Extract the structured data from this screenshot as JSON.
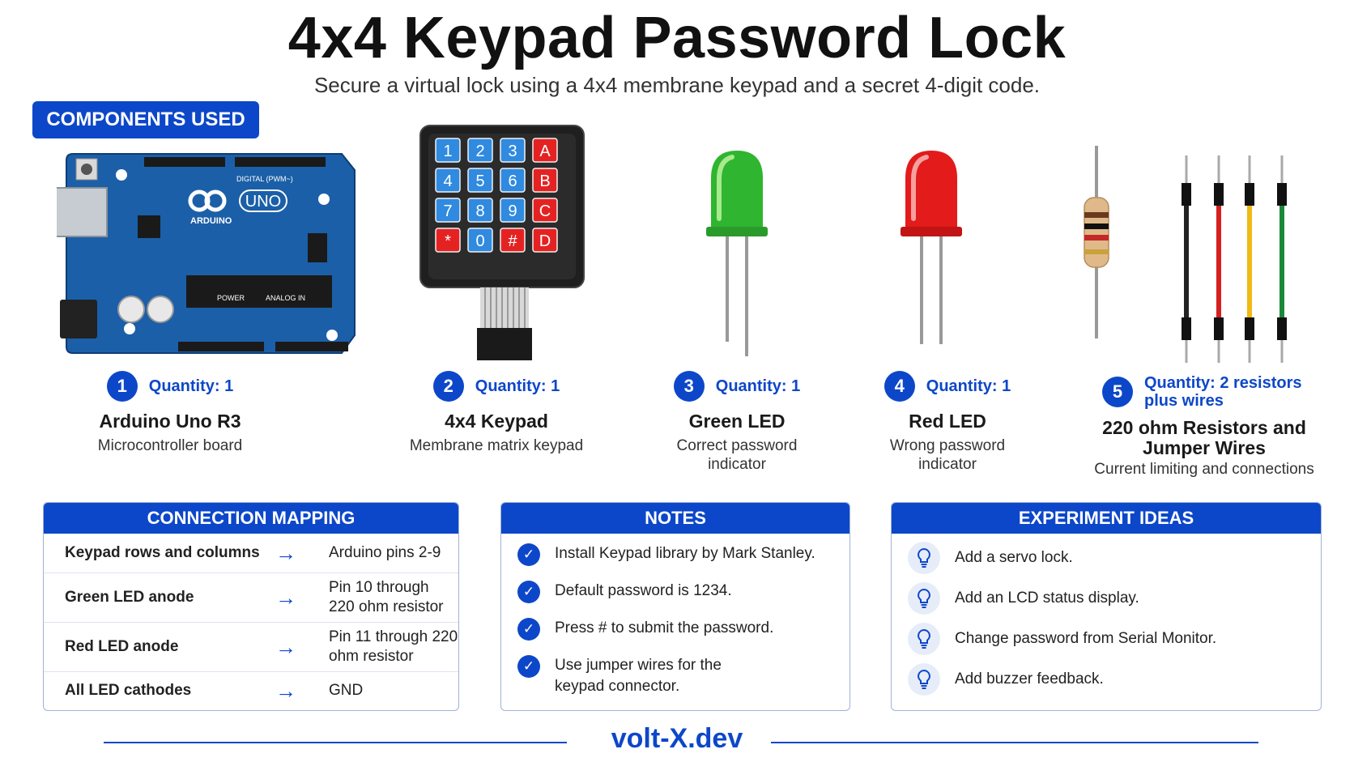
{
  "title": "4x4 Keypad Password Lock",
  "subtitle": "Secure a virtual lock using a 4x4 membrane keypad and a secret 4-digit code.",
  "badge": "COMPONENTS USED",
  "arduino_labels": {
    "digital": "DIGITAL (PWM~)",
    "uno": "UNO",
    "brand": "ARDUINO",
    "power": "POWER",
    "analog": "ANALOG IN"
  },
  "keypad_keys": [
    "1",
    "2",
    "3",
    "A",
    "4",
    "5",
    "6",
    "B",
    "7",
    "8",
    "9",
    "C",
    "*",
    "0",
    "#",
    "D"
  ],
  "components": [
    {
      "number": "1",
      "quantity": "Quantity: 1",
      "name": "Arduino Uno R3",
      "desc": "Microcontroller board"
    },
    {
      "number": "2",
      "quantity": "Quantity: 1",
      "name": "4x4 Keypad",
      "desc": "Membrane matrix keypad"
    },
    {
      "number": "3",
      "quantity": "Quantity: 1",
      "name": "Green LED",
      "desc": "Correct password indicator"
    },
    {
      "number": "4",
      "quantity": "Quantity: 1",
      "name": "Red LED",
      "desc": "Wrong password indicator"
    },
    {
      "number": "5",
      "quantity": "Quantity: 2 resistors plus wires",
      "name": "220 ohm Resistors and Jumper Wires",
      "desc": "Current limiting and connections"
    }
  ],
  "mapping": {
    "title": "CONNECTION MAPPING",
    "rows": [
      {
        "from": "Keypad rows and columns",
        "to": "Arduino pins 2-9"
      },
      {
        "from": "Green LED anode",
        "to": "Pin 10 through 220 ohm resistor"
      },
      {
        "from": "Red LED anode",
        "to": "Pin 11 through 220 ohm resistor"
      },
      {
        "from": "All LED cathodes",
        "to": "GND"
      }
    ]
  },
  "notes": {
    "title": "NOTES",
    "items": [
      "Install Keypad library by Mark Stanley.",
      "Default password is 1234.",
      "Press # to submit the password.",
      "Use jumper wires for the keypad connector."
    ]
  },
  "ideas": {
    "title": "EXPERIMENT IDEAS",
    "items": [
      "Add a servo lock.",
      "Add an LCD status display.",
      "Change password from Serial Monitor.",
      "Add buzzer feedback."
    ]
  },
  "footer": "volt-X.dev",
  "colors": {
    "accent": "#0d47c9",
    "green_led": "#2fb52f",
    "red_led": "#e31b1b",
    "board": "#1b5fa8"
  }
}
